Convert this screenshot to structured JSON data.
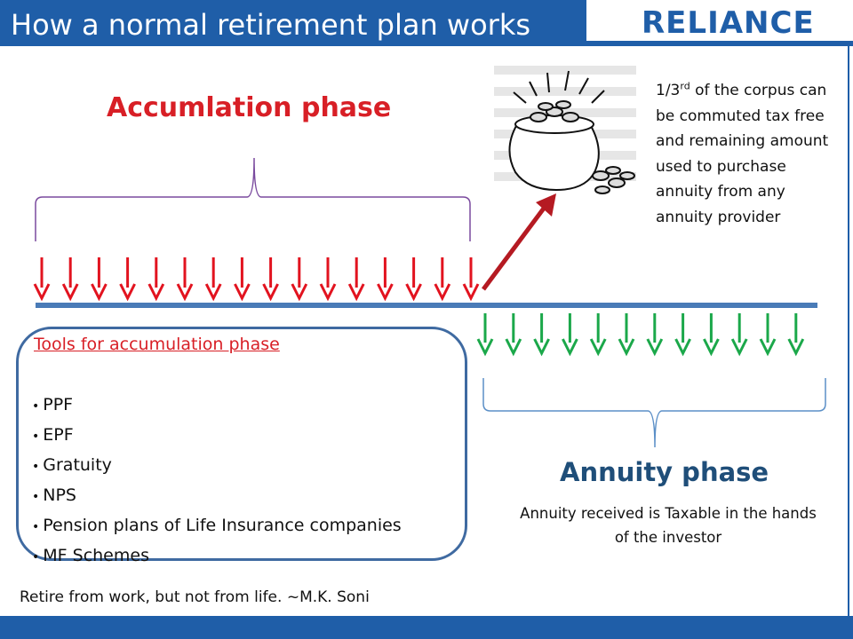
{
  "header": {
    "title": "How a normal retirement plan works",
    "logo_text": "RELIANCE",
    "colors": {
      "bar": "#1f5ea8",
      "logo_accent": "#e2231a"
    }
  },
  "diagram": {
    "accumulation_title": "Accumlation phase",
    "corpus_note": {
      "fraction": "1/3",
      "ordinal_suffix": "rd",
      "text": "of the corpus can be commuted tax free and remaining amount used to purchase annuity from any annuity provider"
    },
    "pot_icon": "pot-of-gold-icon",
    "annuity_title": "Annuity phase",
    "annuity_note": "Annuity received is Taxable in the hands of the investor",
    "colors": {
      "contribution_arrows": "#e2131f",
      "payout_arrows": "#1ba84a",
      "timeline": "#4a7bb7",
      "accumulation_brace": "#7a4a9e",
      "annuity_brace": "#5b8fc7"
    }
  },
  "tools": {
    "title": "Tools for accumulation phase",
    "items": [
      "PPF",
      "EPF",
      "Gratuity",
      "NPS",
      "Pension plans of Life Insurance companies",
      "MF Schemes"
    ]
  },
  "footer": {
    "quote": "Retire from work, but not from life. ~M.K. Soni"
  }
}
